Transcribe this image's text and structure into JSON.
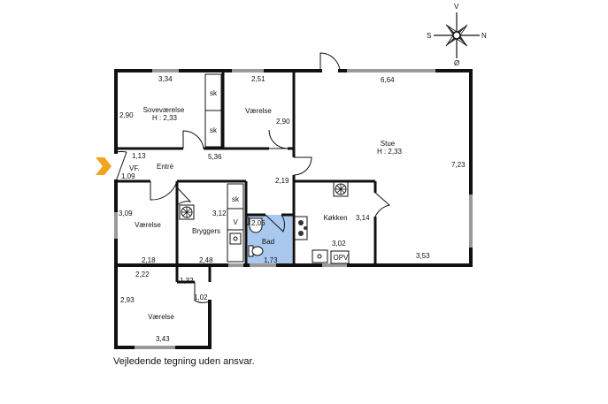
{
  "compass": {
    "north": "N",
    "south": "S",
    "east": "Ø",
    "west": "V"
  },
  "rooms": {
    "sovevaerelse": {
      "name": "Soveværelse",
      "height": "H : 2,33"
    },
    "vaerelse_top": {
      "name": "Værelse"
    },
    "stue": {
      "name": "Stue",
      "height": "H : 2,33"
    },
    "entre": {
      "name": "Entré"
    },
    "vf": {
      "name": "VF."
    },
    "vaerelse_left": {
      "name": "Værelse"
    },
    "bryggers": {
      "name": "Bryggers"
    },
    "bad": {
      "name": "Bad"
    },
    "koekken": {
      "name": "Køkken"
    },
    "vaerelse_bottom": {
      "name": "Værelse"
    }
  },
  "fixtures": {
    "sk1": "sk",
    "sk2": "sk",
    "sk3": "sk",
    "v": "V",
    "opv": "OPV"
  },
  "dims": {
    "d334": "3,34",
    "d251": "2,51",
    "d664": "6,64",
    "d290a": "2,90",
    "d290b": "2,90",
    "d113": "1,13",
    "d109": "1,09",
    "d536": "5,36",
    "d219": "2,19",
    "d723": "7,23",
    "d309": "3,09",
    "d312": "3,12",
    "d206": "2,06",
    "d314": "3,14",
    "d302": "3,02",
    "d173": "1,73",
    "d218": "2,18",
    "d248": "2,48",
    "d353": "3,53",
    "d222": "2,22",
    "d132": "1,32",
    "d102": "1,02",
    "d293": "2,93",
    "d343": "3,43"
  },
  "disclaimer": "Vejledende tegning uden ansvar.",
  "colors": {
    "wall": "#111111",
    "window": "#9a9a9a",
    "bath": "#a9c8ee",
    "entrance_arrow": "#f0a51c"
  }
}
